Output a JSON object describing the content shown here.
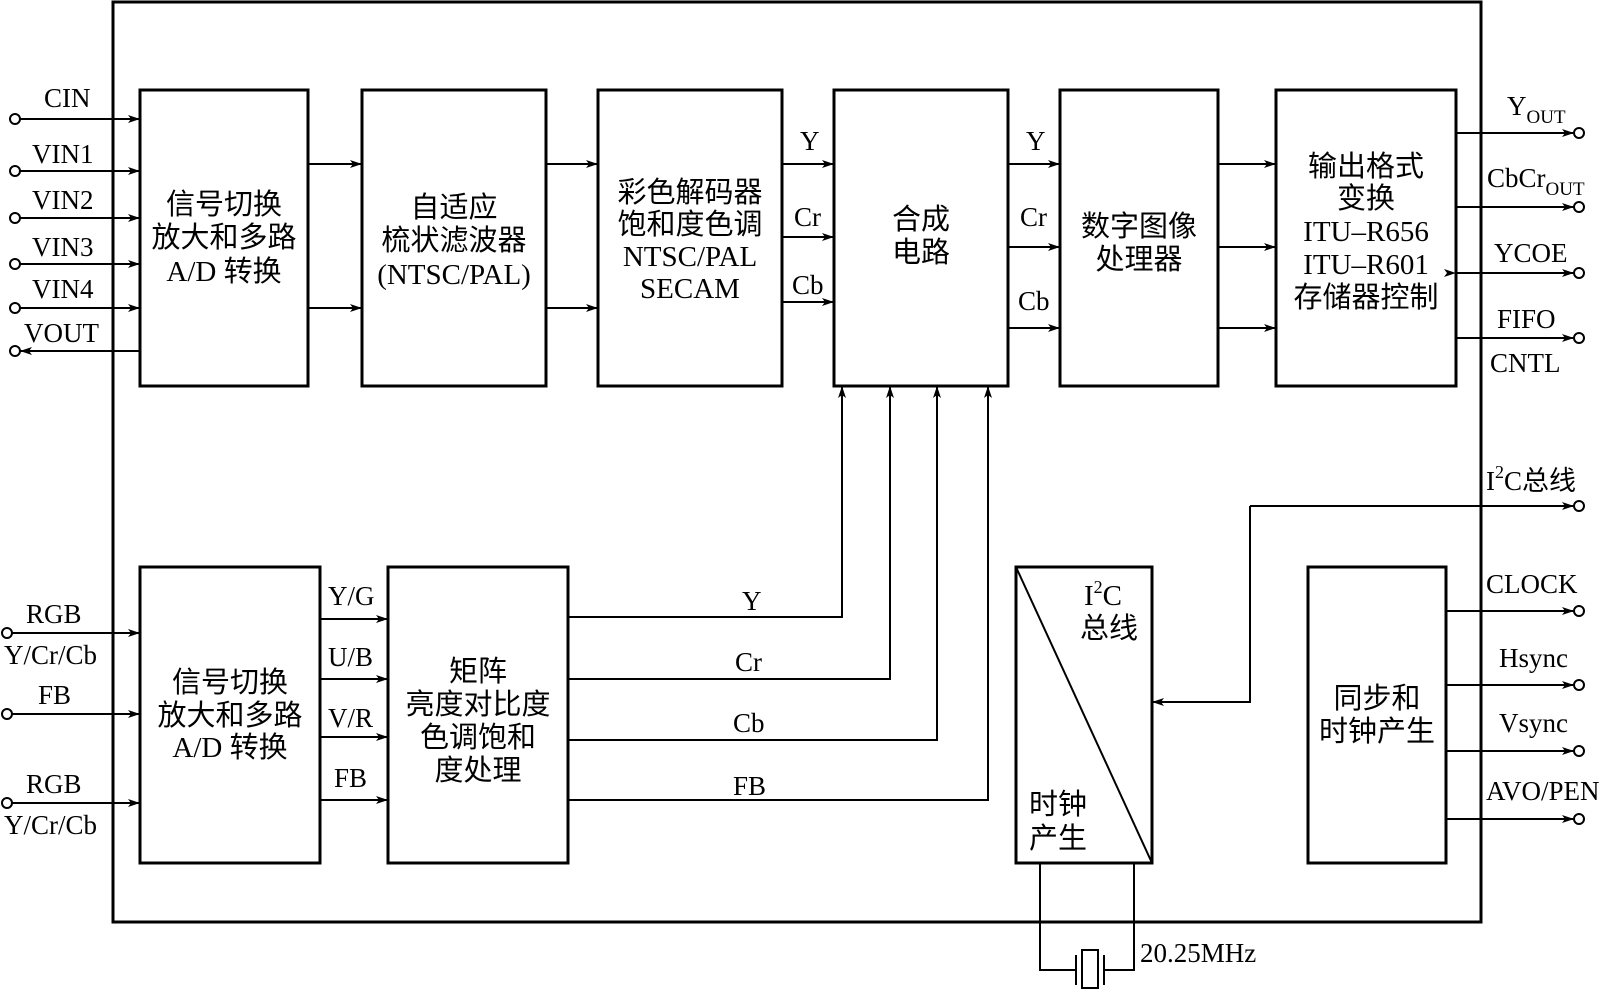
{
  "blocks": {
    "input_switch": [
      "信号切换",
      "放大和多路",
      "A/D 转换"
    ],
    "comb_filter": [
      "自适应",
      "梳状滤波器",
      "(NTSC/PAL)"
    ],
    "color_decoder": [
      "彩色解码器",
      "饱和度色调",
      "NTSC/PAL",
      "SECAM"
    ],
    "synthesis": [
      "合成",
      "电路"
    ],
    "digital_processor": [
      "数字图像",
      "处理器"
    ],
    "output_format": [
      "输出格式",
      "变换",
      "ITU–R656",
      "ITU–R601",
      "存储器控制"
    ],
    "rgb_switch": [
      "信号切换",
      "放大和多路",
      "A/D 转换"
    ],
    "matrix": [
      "矩阵",
      "亮度对比度",
      "色调饱和",
      "度处理"
    ],
    "i2c_block": {
      "top_label": "I²C",
      "top_label2": "总线",
      "bottom_label": [
        "时钟",
        "产生"
      ]
    },
    "sync_clock": [
      "同步和",
      "时钟产生"
    ]
  },
  "inputs": {
    "cin": "CIN",
    "vin1": "VIN1",
    "vin2": "VIN2",
    "vin3": "VIN3",
    "vin4": "VIN4",
    "vout": "VOUT",
    "rgb1": "RGB",
    "ycrcb1": "Y/Cr/Cb",
    "fb": "FB",
    "rgb2": "RGB",
    "ycrcb2": "Y/Cr/Cb"
  },
  "outputs": {
    "yout": "Y",
    "yout_sub": "OUT",
    "cbcr": "CbCr",
    "cbcr_sub": "OUT",
    "ycoe": "YCOE",
    "fifo": "FIFO",
    "cntl": "CNTL",
    "i2c_bus_main": "I",
    "i2c_bus_sup": "2",
    "i2c_bus_rest": "C总线",
    "clock": "CLOCK",
    "hsync": "Hsync",
    "vsync": "Vsync",
    "avo": "AVO/PEN"
  },
  "signals": {
    "dec_y": "Y",
    "dec_cr": "Cr",
    "dec_cb": "Cb",
    "syn_y": "Y",
    "syn_cr": "Cr",
    "syn_cb": "Cb",
    "rgb_yg": "Y/G",
    "rgb_ub": "U/B",
    "rgb_vr": "V/R",
    "rgb_fb": "FB",
    "mat_y": "Y",
    "mat_cr": "Cr",
    "mat_cb": "Cb",
    "mat_fb": "FB"
  },
  "crystal": "20.25MHz"
}
